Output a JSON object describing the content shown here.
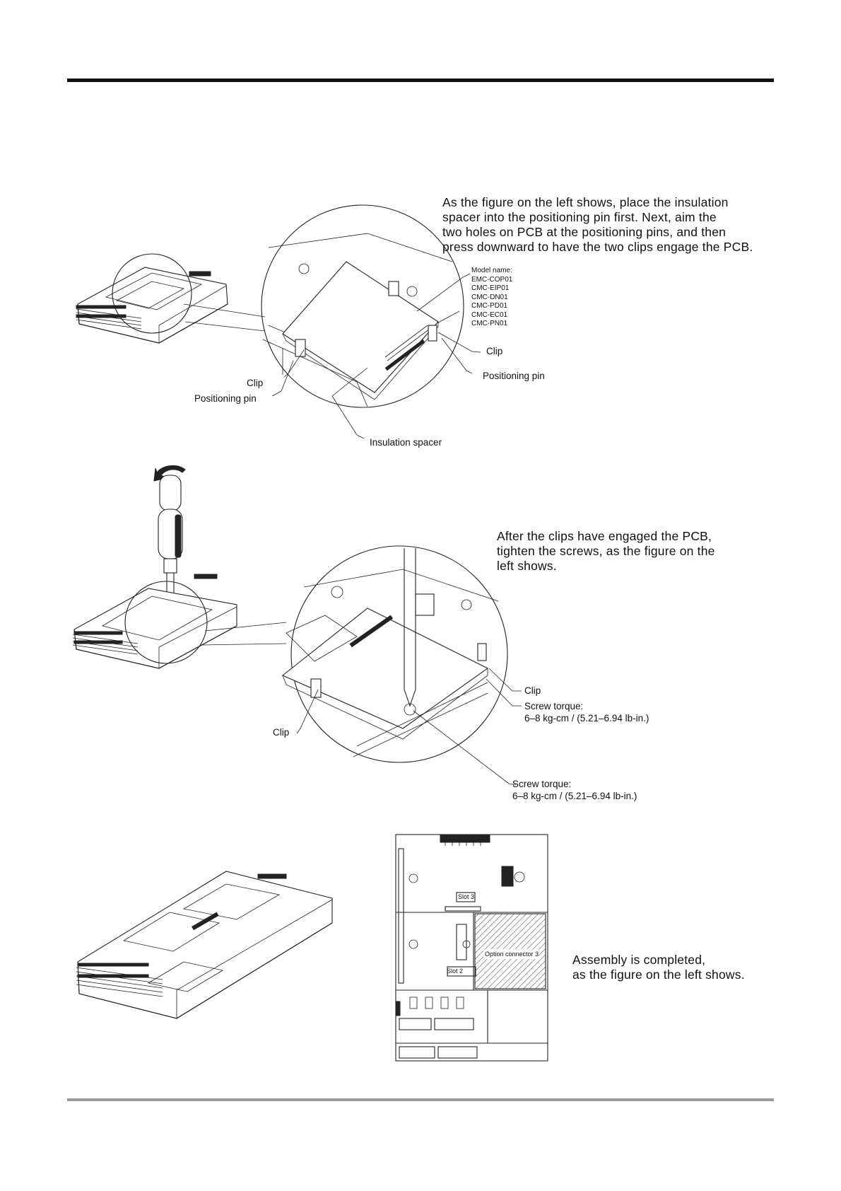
{
  "step1": {
    "instruction_lines": [
      "As the figure on the left shows, place the insulation",
      "spacer into the positioning pin first. Next, aim the",
      "two holes on PCB at the positioning pins, and then",
      "press downward to have the two clips engage the PCB."
    ],
    "model_title": "Model name:",
    "models": [
      "EMC-COP01",
      "CMC-EIP01",
      "CMC-DN01",
      "CMC-PD01",
      "CMC-EC01",
      "CMC-PN01"
    ],
    "labels": {
      "clip_right": "Clip",
      "pin_right": "Positioning pin",
      "clip_left": "Clip",
      "pin_left": "Positioning pin",
      "spacer": "Insulation spacer"
    }
  },
  "step2": {
    "instruction_lines": [
      "After the clips have engaged the PCB,",
      "tighten the screws, as the figure on the",
      "left shows."
    ],
    "labels": {
      "clip_right": "Clip",
      "clip_left": "Clip",
      "torque_title": "Screw torque:",
      "torque_value": "6–8 kg-cm / (5.21–6.94 lb-in.)"
    }
  },
  "step3": {
    "instruction_lines": [
      "Assembly is completed,",
      "as the figure on the left shows."
    ],
    "slot3": "Slot 3",
    "slot2": "Slot 2",
    "option_connector": "Option connector 3"
  }
}
